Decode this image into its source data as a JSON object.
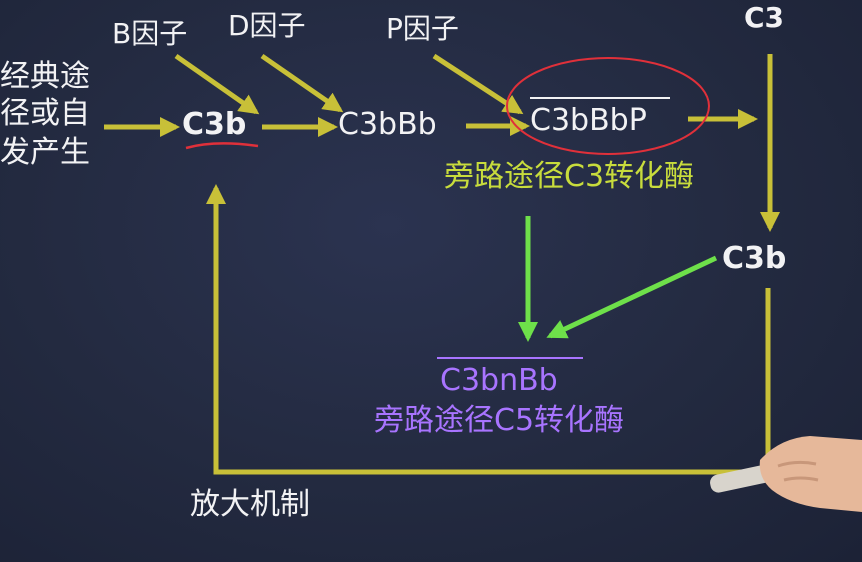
{
  "colors": {
    "background": "#232a40",
    "arrow_yellow": "#c8c038",
    "arrow_green": "#6ee04a",
    "text_white": "#f2f2f4",
    "text_yellowgreen": "#c8dc3c",
    "text_purple": "#a874ff",
    "annotation_red": "#e0303a"
  },
  "diagram": {
    "factor_b": "B因子",
    "factor_d": "D因子",
    "factor_p": "P因子",
    "source_line1": "经典途",
    "source_line2": "径或自",
    "source_line3": "发产生",
    "c3b_left": "C3b",
    "c3bbb": "C3bBb",
    "c3bbbp": "C3bBbP",
    "c3_convertase_label": "旁路途径C3转化酶",
    "c3": "C3",
    "c3b_right": "C3b",
    "c3bnbb": "C3bnBb",
    "c5_convertase_label": "旁路途径C5转化酶",
    "amplification_label": "放大机制"
  }
}
